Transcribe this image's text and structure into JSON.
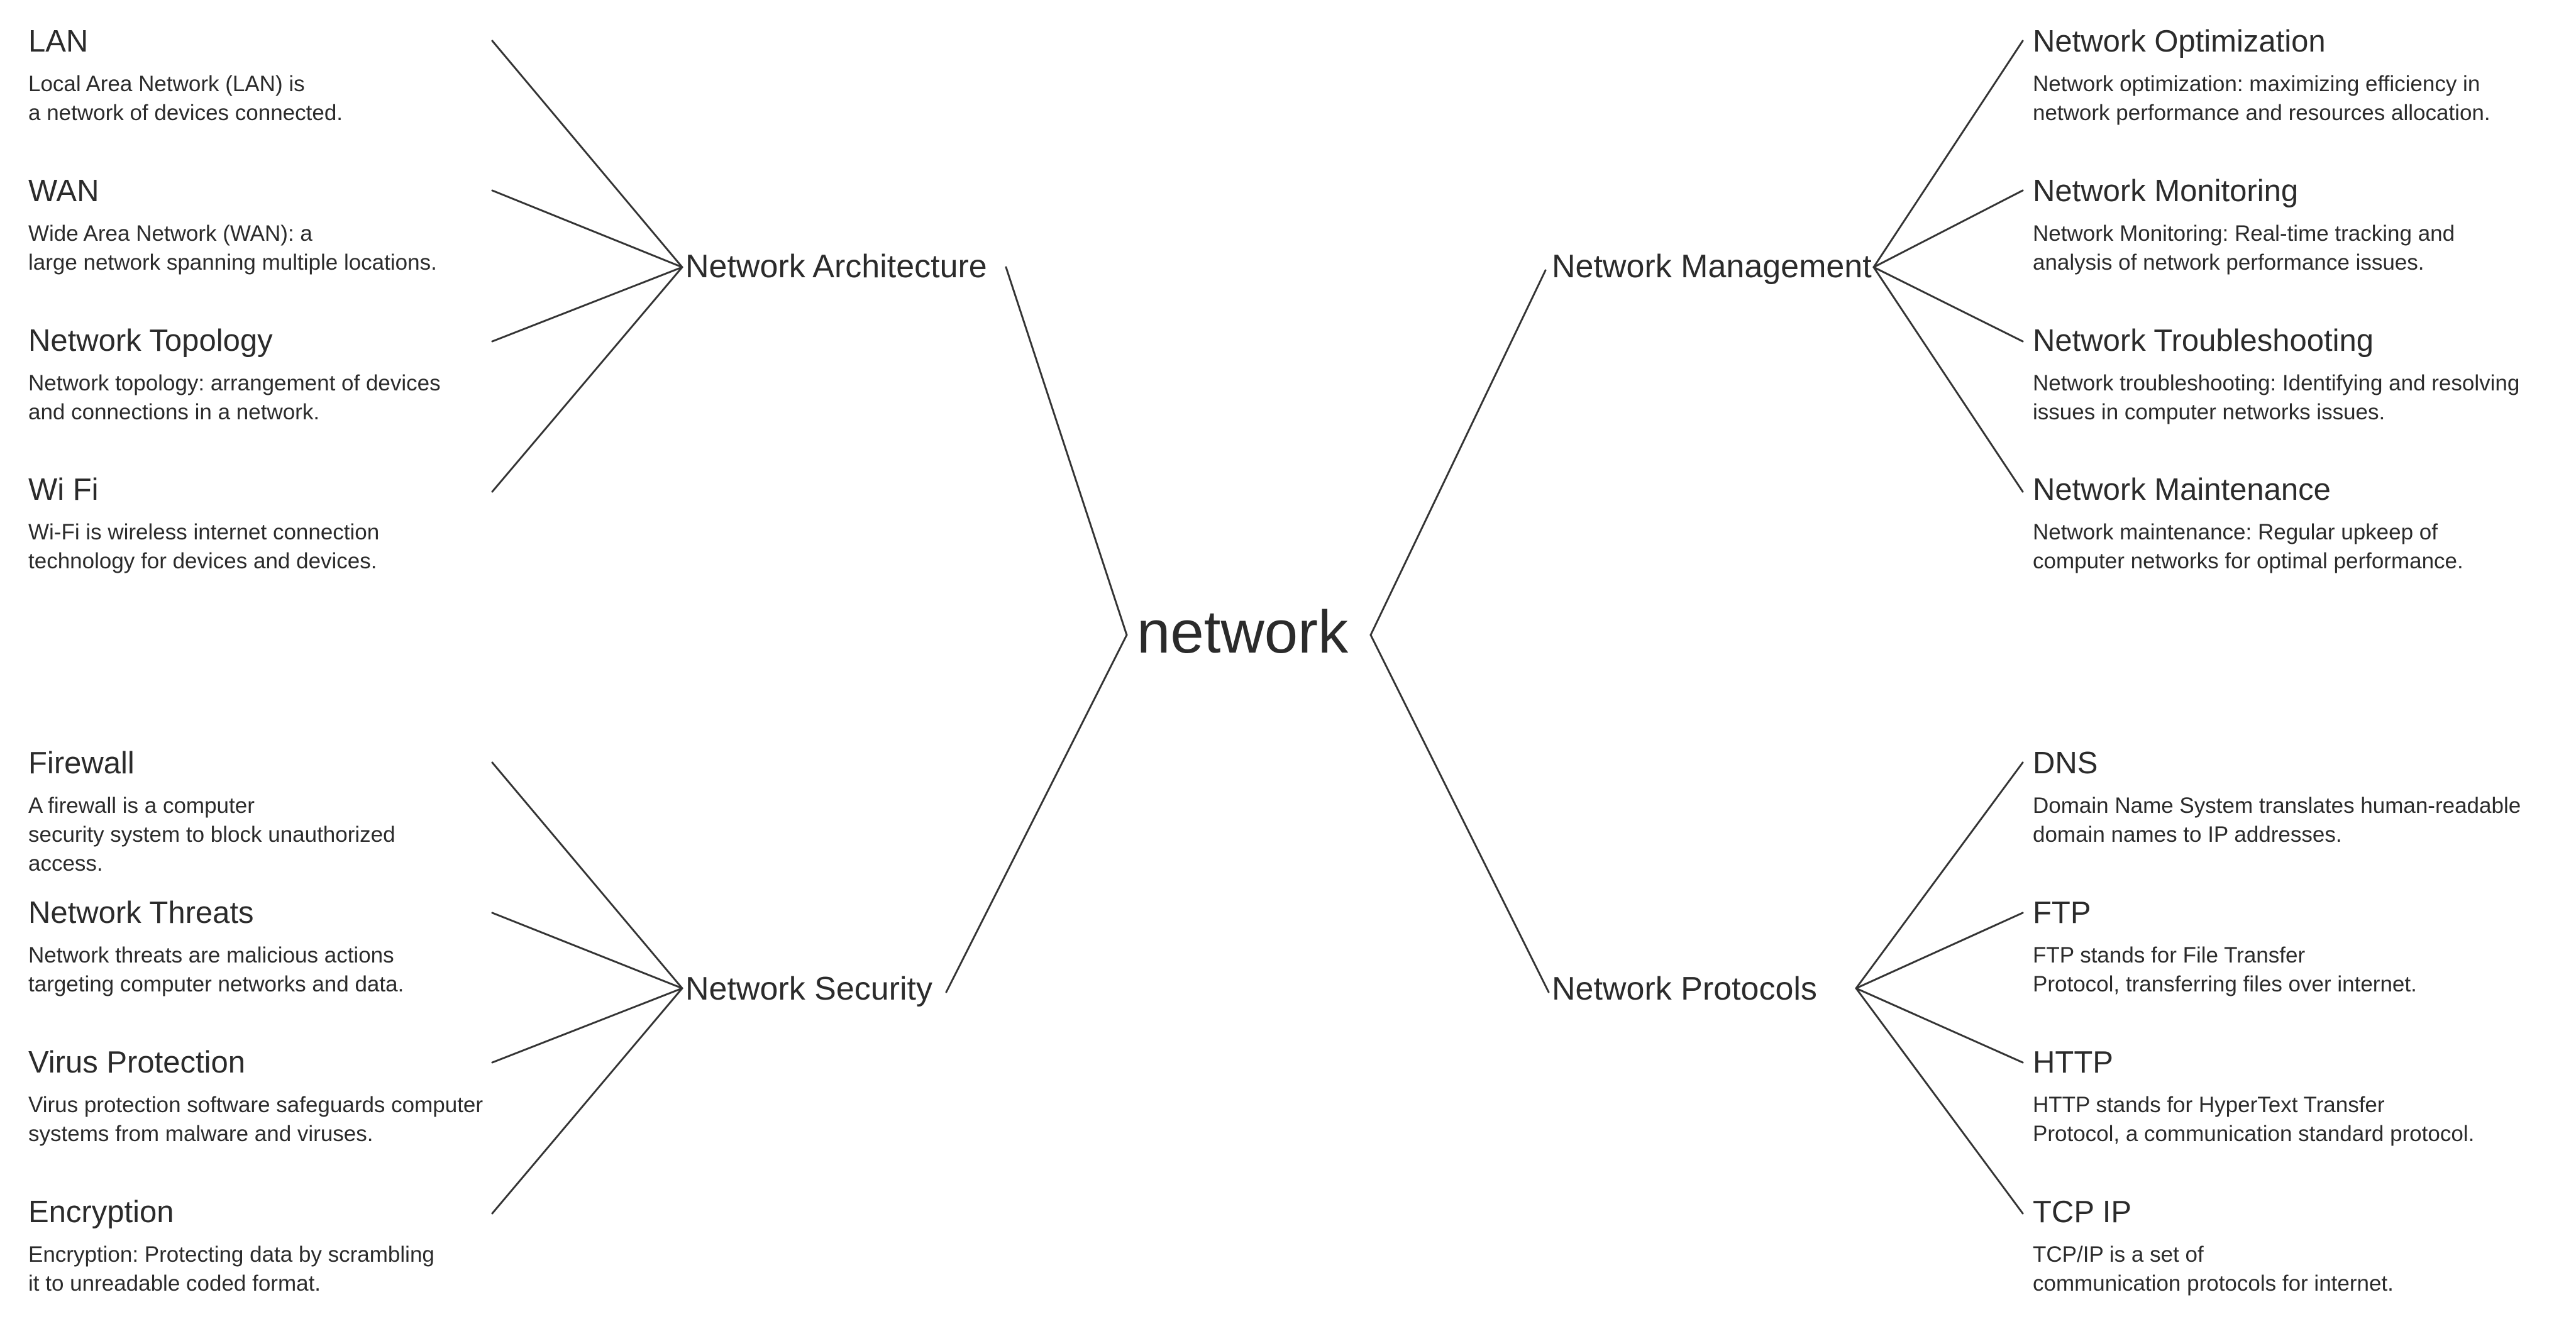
{
  "diagram": {
    "type": "mindmap",
    "line_color": "#333333",
    "root": "network",
    "branches": {
      "architecture": {
        "label": "Network Architecture",
        "leaves": [
          {
            "title": "LAN",
            "desc": [
              "Local Area Network (LAN) is",
              "a network of devices connected."
            ]
          },
          {
            "title": "WAN",
            "desc": [
              "Wide Area Network (WAN): a",
              "large network spanning multiple locations."
            ]
          },
          {
            "title": "Network Topology",
            "desc": [
              "Network topology: arrangement of devices",
              "and connections in a network."
            ]
          },
          {
            "title": "Wi Fi",
            "desc": [
              "Wi-Fi is wireless internet connection",
              "technology for devices and devices."
            ]
          }
        ]
      },
      "security": {
        "label": "Network Security",
        "leaves": [
          {
            "title": "Firewall",
            "desc": [
              "A firewall is a computer",
              "security system to block unauthorized",
              "access."
            ]
          },
          {
            "title": "Network Threats",
            "desc": [
              "Network threats are malicious actions",
              "targeting computer networks and data."
            ]
          },
          {
            "title": "Virus Protection",
            "desc": [
              "Virus protection software safeguards computer",
              "systems from malware and viruses."
            ]
          },
          {
            "title": "Encryption",
            "desc": [
              "Encryption: Protecting data by scrambling",
              "it to unreadable coded format."
            ]
          }
        ]
      },
      "management": {
        "label": "Network Management",
        "leaves": [
          {
            "title": "Network Optimization",
            "desc": [
              "Network optimization: maximizing efficiency in",
              "network performance and resources allocation."
            ]
          },
          {
            "title": "Network Monitoring",
            "desc": [
              "Network Monitoring: Real-time tracking and",
              "analysis of network performance issues."
            ]
          },
          {
            "title": "Network Troubleshooting",
            "desc": [
              "Network troubleshooting: Identifying and resolving",
              "issues in computer networks issues."
            ]
          },
          {
            "title": "Network Maintenance",
            "desc": [
              "Network maintenance: Regular upkeep of",
              "computer networks for optimal performance."
            ]
          }
        ]
      },
      "protocols": {
        "label": "Network Protocols",
        "leaves": [
          {
            "title": "DNS",
            "desc": [
              "Domain Name System translates human-readable",
              "domain names to IP addresses."
            ]
          },
          {
            "title": "FTP",
            "desc": [
              "FTP stands for File Transfer",
              "Protocol, transferring files over internet."
            ]
          },
          {
            "title": "HTTP",
            "desc": [
              "HTTP stands for HyperText Transfer",
              "Protocol, a communication standard protocol."
            ]
          },
          {
            "title": "TCP IP",
            "desc": [
              "TCP/IP is a set of",
              "communication protocols for internet."
            ]
          }
        ]
      }
    }
  }
}
